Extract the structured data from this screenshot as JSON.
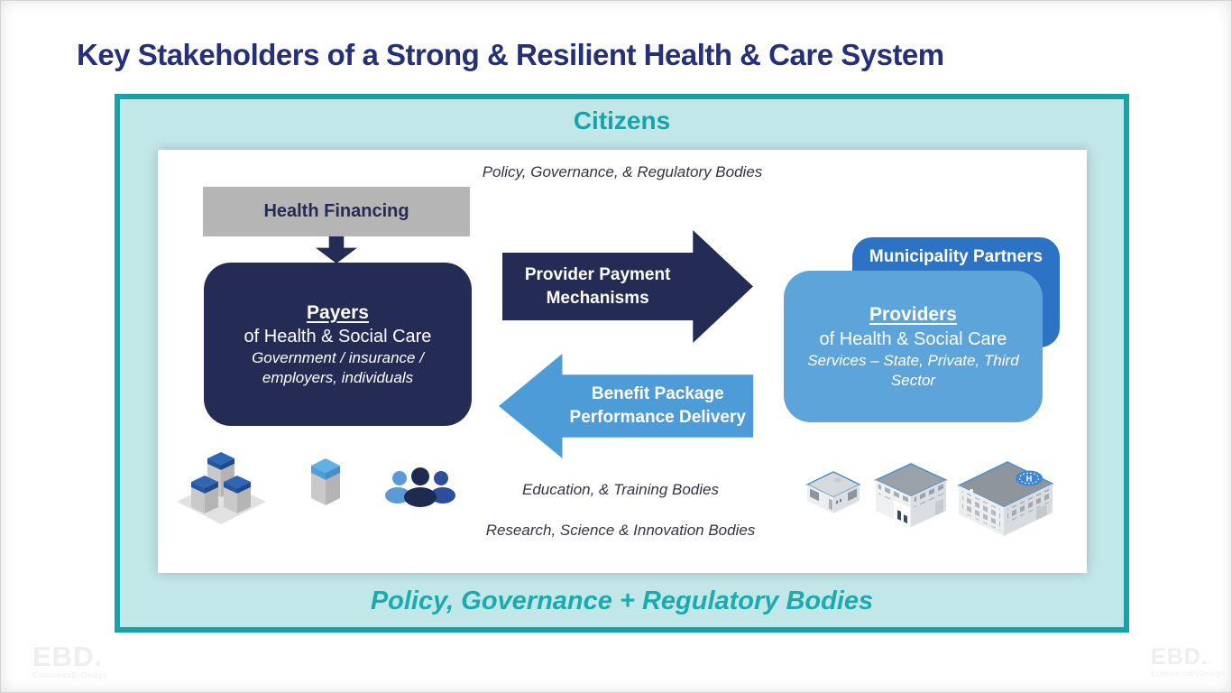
{
  "title": "Key Stakeholders of a Strong & Resilient Health & Care System",
  "citizens_label": "Citizens",
  "policy_band_label": "Policy, Governance + Regulatory Bodies",
  "notes": {
    "top": "Policy, Governance, & Regulatory Bodies",
    "education": "Education, & Training Bodies",
    "research": "Research, Science & Innovation Bodies"
  },
  "health_financing": {
    "label": "Health Financing"
  },
  "payers_box": {
    "title": "Payers",
    "subtitle": "of Health & Social Care",
    "detail_line1": "Government / insurance /",
    "detail_line2": "employers, individuals"
  },
  "provider_payment_arrow": {
    "line1": "Provider Payment",
    "line2": "Mechanisms"
  },
  "benefit_package_arrow": {
    "line1": "Benefit Package",
    "line2": "Performance Delivery"
  },
  "municipality_box": {
    "label": "Municipality Partners"
  },
  "providers_box": {
    "title": "Providers",
    "subtitle": "of Health & Social Care",
    "detail_line1": "Services – State, Private, Third",
    "detail_line2": "Sector"
  },
  "icons": {
    "left": [
      "buildings-cluster-icon",
      "pillar-icon",
      "people-group-icon"
    ],
    "right": [
      "clinic-icon",
      "care-facility-icon",
      "hospital-icon"
    ],
    "hospital_helipad_letter": "H"
  },
  "watermark": {
    "brand": "EBD.",
    "subtext": "EconomicsByDesign"
  },
  "colors": {
    "title_navy": "#243178",
    "navy": "#242b55",
    "teal": "#16a3a9",
    "teal_border": "#1aa0a6",
    "teal_bg": "#c2e7e8",
    "arrow_blue": "#4d9cd8",
    "provider_blue": "#5ca4da",
    "municipality_blue": "#2d73c5",
    "financing_gray": "#b5b5b5"
  }
}
